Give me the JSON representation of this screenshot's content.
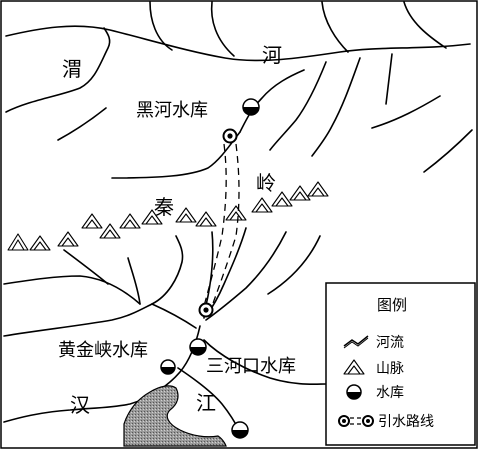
{
  "map": {
    "labels": {
      "weihe_left": "渭",
      "weihe_right": "河",
      "heihe_reservoir": "黑河水库",
      "qin": "秦",
      "ling": "岭",
      "huangjinxia_reservoir": "黄金峡水库",
      "sanhekou_reservoir": "三河口水库",
      "han": "汉",
      "jiang": "江"
    },
    "colors": {
      "ink": "#000000",
      "paper": "#ffffff",
      "lake": "#888888"
    }
  },
  "legend": {
    "title": "图例",
    "items": [
      {
        "icon": "river-symbol-icon",
        "label": "河流"
      },
      {
        "icon": "mountain-symbol-icon",
        "label": "山脉"
      },
      {
        "icon": "reservoir-symbol-icon",
        "label": "水库"
      },
      {
        "icon": "water-diversion-route-icon",
        "label": "引水路线"
      }
    ]
  }
}
